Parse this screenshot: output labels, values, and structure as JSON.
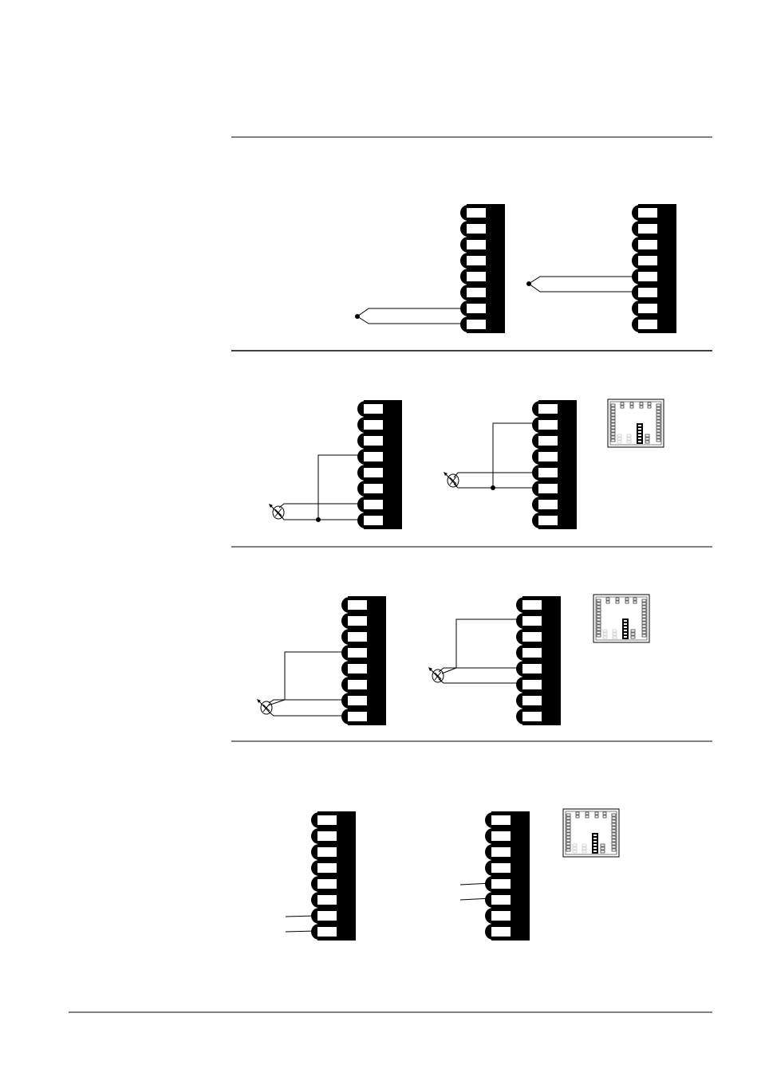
{
  "page": {
    "description_visible_text": [],
    "sections": [
      {
        "name": "thermocouple-wiring",
        "terminal_blocks": 2,
        "config_chips": 0
      },
      {
        "name": "rtd-wiring-3wire",
        "terminal_blocks": 2,
        "config_chips": 1
      },
      {
        "name": "rtd-wiring-2wire",
        "terminal_blocks": 2,
        "config_chips": 1
      },
      {
        "name": "voltage-current-wiring",
        "terminal_blocks": 2,
        "config_chips": 1
      }
    ]
  },
  "colors": {
    "ink": "#000000",
    "paper": "#ffffff",
    "shade": "#bbbbbb"
  },
  "icons": [
    "terminal-block-icon",
    "thermocouple-junction-icon",
    "rtd-sensor-icon",
    "dip-switch-chip-icon"
  ]
}
